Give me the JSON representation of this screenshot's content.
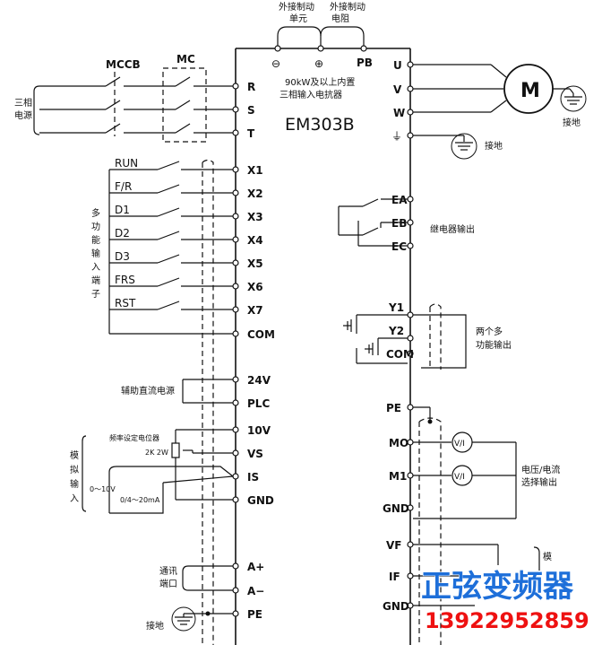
{
  "device": {
    "model": "EM303B",
    "note_line1": "90kW及以上内置",
    "note_line2": "三相输入电抗器"
  },
  "brake": {
    "unit_line1": "外接制动",
    "unit_line2": "单元",
    "resistor_line1": "外接制动",
    "resistor_line2": "电阻",
    "minus": "⊖",
    "plus": "⊕",
    "pb": "PB"
  },
  "power_input": {
    "label_line1": "三相",
    "label_line2": "电源",
    "breaker": "MCCB",
    "contactor": "MC",
    "terminals": [
      "R",
      "S",
      "T"
    ]
  },
  "motor": {
    "symbol": "M",
    "terminals": [
      "U",
      "V",
      "W"
    ],
    "ground_label": "接地",
    "ground_symbol": "⏚"
  },
  "ground_right": {
    "label": "接地"
  },
  "inputs": {
    "switches": [
      "RUN",
      "F/R",
      "D1",
      "D2",
      "D3",
      "FRS",
      "RST"
    ],
    "terminals": [
      "X1",
      "X2",
      "X3",
      "X4",
      "X5",
      "X6",
      "X7"
    ],
    "com": "COM",
    "group_label": [
      "多",
      "功",
      "能",
      "输",
      "入",
      "端",
      "子"
    ]
  },
  "aux_power": {
    "label": "辅助直流电源",
    "terminals": [
      "24V",
      "PLC"
    ]
  },
  "analog_in": {
    "terminals": [
      "10V",
      "VS",
      "IS",
      "GND"
    ],
    "pot_label": "频率设定电位器",
    "pot_rating": "2K 2W",
    "voltage_range": "0～10V",
    "current_range": "0/4～20mA",
    "group_label": [
      "模",
      "拟",
      "输",
      "入"
    ]
  },
  "comm": {
    "label_line1": "通讯",
    "label_line2": "端口",
    "terminals": [
      "A+",
      "A−",
      "PE"
    ],
    "ground_label": "接地"
  },
  "relay": {
    "terminals": [
      "EA",
      "EB",
      "EC"
    ],
    "label": "继电器输出"
  },
  "multi_out": {
    "terminals": [
      "Y1",
      "Y2",
      "COM"
    ],
    "label_line1": "两个多",
    "label_line2": "功能输出"
  },
  "analog_out": {
    "terminals": [
      "PE",
      "MO",
      "M1",
      "GND"
    ],
    "meter": "V/I",
    "label_line1": "电压/电流",
    "label_line2": "选择输出"
  },
  "right_bottom": {
    "terminals": [
      "VF",
      "IF",
      "GND"
    ],
    "label_fragment": "模"
  },
  "watermark": {
    "text": "正弦变频器",
    "phone": "13922952859"
  }
}
